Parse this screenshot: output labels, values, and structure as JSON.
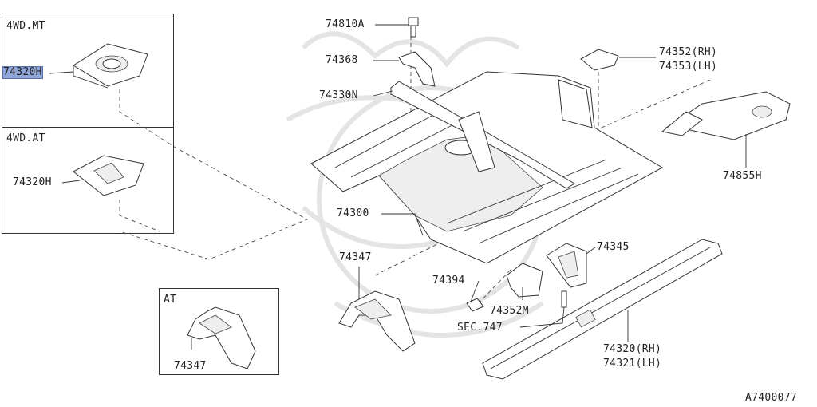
{
  "insets": {
    "mt_title": "4WD.MT",
    "at4_title": "4WD.AT",
    "at_title": "AT"
  },
  "callouts": {
    "c74320h_mt": "74320H",
    "c74320h_at": "74320H",
    "c74347_inset": "74347",
    "c74810a": "74810A",
    "c74368": "74368",
    "c74330n": "74330N",
    "c74300": "74300",
    "c74347": "74347",
    "c74394": "74394",
    "c74352m": "74352M",
    "sec747": "SEC.747",
    "c74345": "74345",
    "c74352": "74352(RH)",
    "c74353": "74353(LH)",
    "c74855h": "74855H",
    "c74320rh": "74320(RH)",
    "c74321lh": "74321(LH)"
  },
  "diagram_code": "A7400077",
  "highlight_color": "#8fa6d8"
}
